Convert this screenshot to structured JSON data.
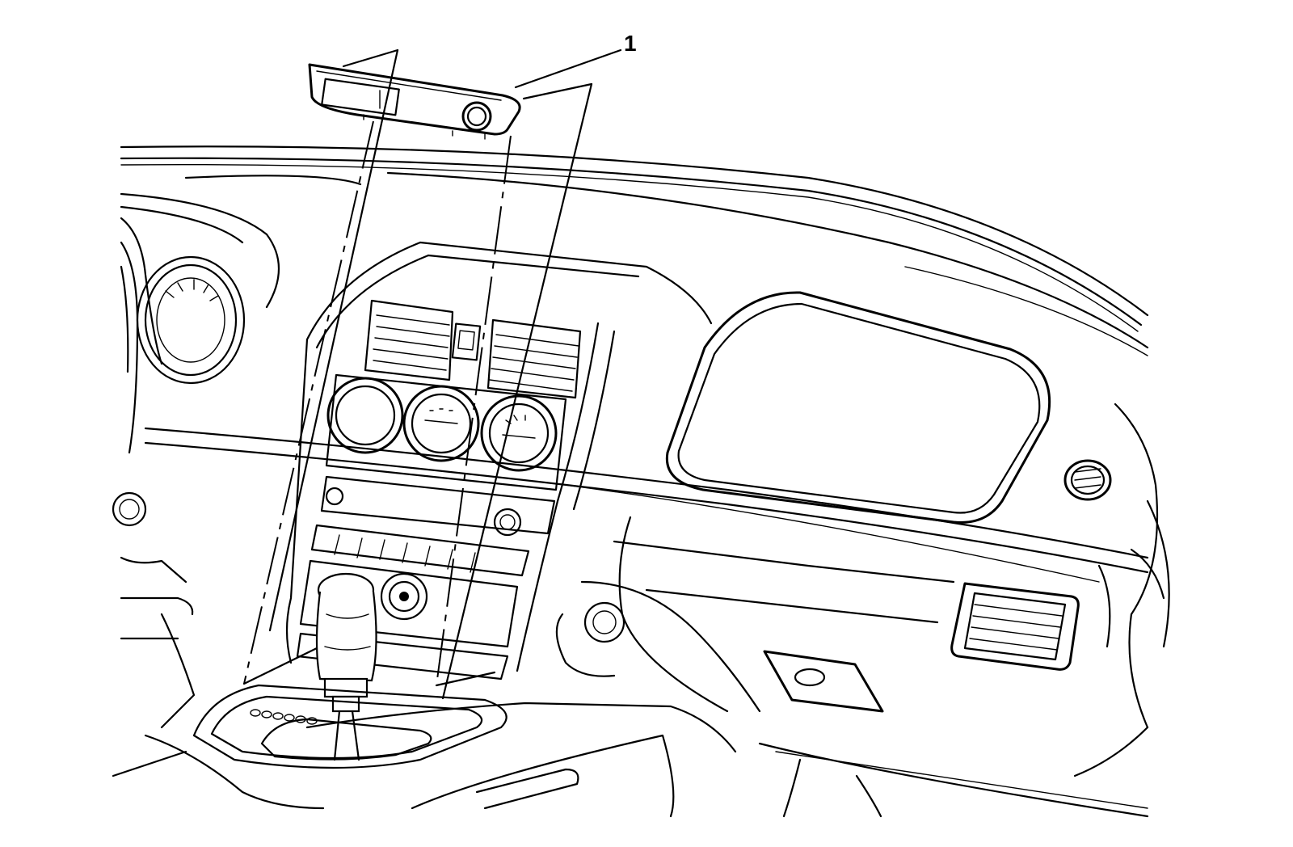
{
  "callout": {
    "label": "1"
  },
  "colors": {
    "line": "#000000",
    "background": "#ffffff"
  },
  "parts": {
    "removed_trim_panel": "bezel-with-display-and-knob",
    "hvac_knobs": [
      "fan-knob",
      "mode-knob",
      "temp-knob"
    ]
  }
}
